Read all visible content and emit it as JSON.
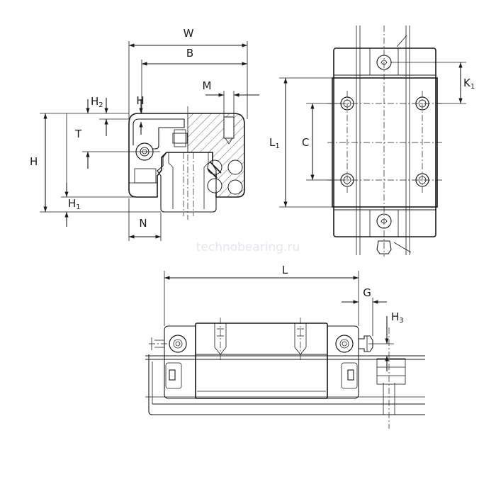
{
  "labels": {
    "W": "W",
    "B": "B",
    "M": "M",
    "H2": "H",
    "H2_sub": "2",
    "H_small": "H",
    "T": "T",
    "H": "H",
    "H1": "H",
    "H1_sub": "1",
    "N": "N",
    "L1": "L",
    "L1_sub": "1",
    "C": "C",
    "K1": "K",
    "K1_sub": "1",
    "L": "L",
    "G": "G",
    "H3": "H",
    "H3_sub": "3"
  },
  "watermark": "technobearing.ru"
}
